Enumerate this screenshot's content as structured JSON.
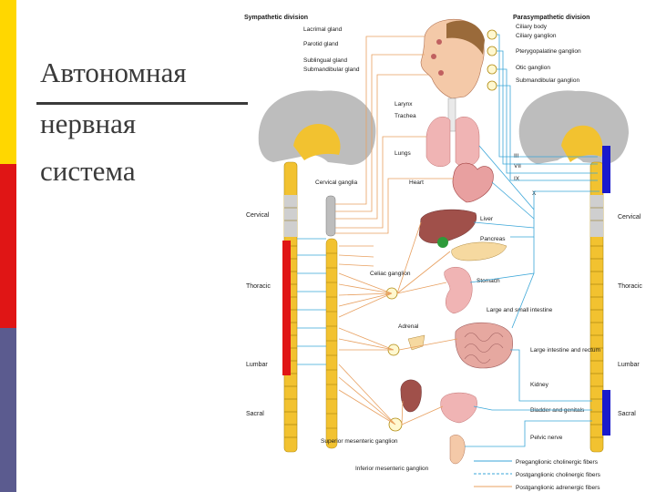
{
  "slide": {
    "title_lines": [
      "Автономная",
      "нервная",
      "система"
    ],
    "accent_colors": {
      "yellow": "#ffd700",
      "red": "#e01515",
      "slate": "#5b5b8f",
      "rule": "#3a3a3a"
    }
  },
  "diagram": {
    "header_left": "Sympathetic division",
    "header_right": "Parasympathetic division",
    "left_glands": [
      "Lacrimal gland",
      "Parotid gland",
      "Sublingual gland",
      "Submandibular gland"
    ],
    "right_ganglia": [
      "Ciliary body",
      "Ciliary ganglion",
      "Pterygopalatine ganglion",
      "Otic ganglion",
      "Submandibular ganglion"
    ],
    "organs": [
      "Larynx",
      "Trachea",
      "Lungs",
      "Heart",
      "Liver",
      "Pancreas",
      "Stomach",
      "Large and small intestine",
      "Adrenal",
      "Large intestine and rectum",
      "Kidney",
      "Bladder and genitals",
      "Pelvic nerve"
    ],
    "left_regions": [
      "Cervical",
      "Thoracic",
      "Lumbar",
      "Sacral"
    ],
    "right_regions": [
      "Cervical",
      "Thoracic",
      "Lumbar",
      "Sacral"
    ],
    "ganglia_labels": [
      "Cervical ganglia",
      "Celiac ganglion",
      "Superior mesenteric ganglion",
      "Inferior mesenteric ganglion"
    ],
    "cranial_nerves": [
      "III",
      "VII",
      "IX",
      "X"
    ],
    "legend": [
      "Preganglionic cholinergic fibers",
      "Postganglionic cholinergic fibers",
      "Postganglionic adrenergic fibers"
    ],
    "colors": {
      "sympathetic_fiber": "#e8a060",
      "parasympathetic_fiber": "#3aa6d8",
      "spine_yellow": "#f2c230",
      "brain_gray": "#bdbdbd",
      "organ_pink": "#f0b4b4",
      "red_marker": "#e01515",
      "blue_marker": "#1a1acc"
    }
  }
}
